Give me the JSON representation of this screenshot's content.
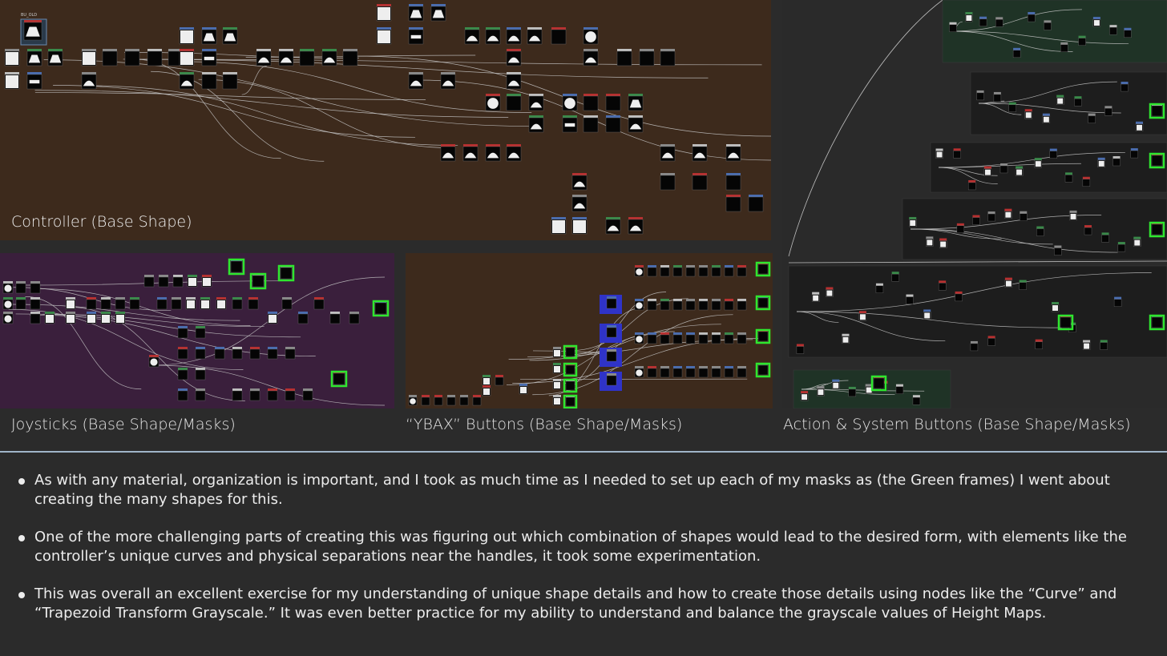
{
  "panels": {
    "controller": {
      "caption": "Controller (Base Shape)",
      "node_tag": "BU_OLD"
    },
    "joysticks": {
      "caption": "Joysticks (Base Shape/Masks)"
    },
    "ybax": {
      "caption": "“YBAX” Buttons (Base Shape/Masks)"
    },
    "action": {
      "caption": "Action & System Buttons (Base Shape/Masks)"
    }
  },
  "bullets": [
    "As with any material, organization is important, and I took as much time as I needed to set up each of my masks as (the Green frames) I went about creating the many shapes for this.",
    "One of the more challenging parts of creating this was figuring out which combination of shapes would lead to the desired form, with elements like the controller’s unique curves and physical separations near the handles, it took some experimentation.",
    "This was overall an excellent exercise for my understanding of unique shape details and how to create those details using nodes like the “Curve” and “Trapezoid Transform Grayscale.” It was even better practice for my ability to understand and balance the grayscale values of Height Maps."
  ],
  "colors": {
    "controller_bg": "#3d2a1c",
    "joysticks_bg": "#3a1f3c",
    "ybax_bg": "#3d2a1c",
    "action_bg": "#2a2a2a",
    "mask_frame": "#2ee62e",
    "ybax_frame": "#2f33c8",
    "page_bg": "#2b2b2b"
  }
}
